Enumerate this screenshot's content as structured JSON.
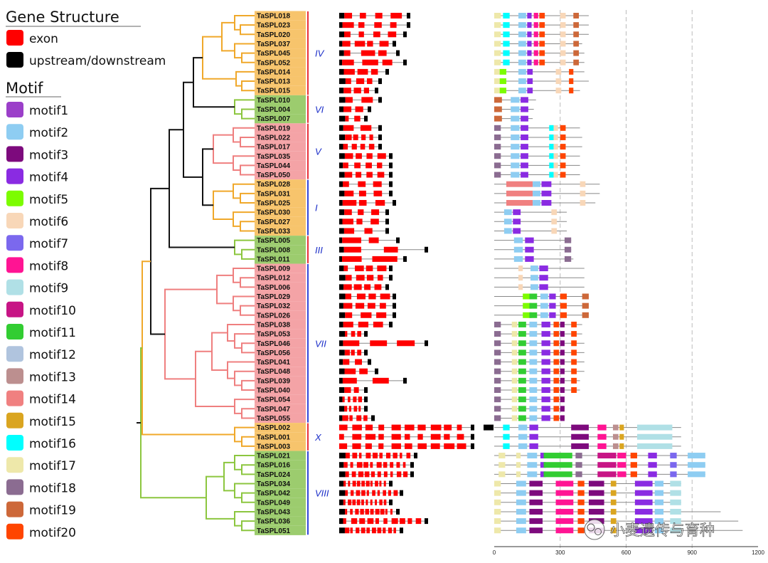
{
  "legend": {
    "gene_structure_title": "Gene Structure",
    "gene_structure_items": [
      {
        "label": "exon",
        "color": "#ff0000"
      },
      {
        "label": "upstream/downstream",
        "color": "#000000"
      }
    ],
    "motif_title": "Motif",
    "motif_items": [
      {
        "label": "motif1",
        "color": "#9b3fc9"
      },
      {
        "label": "motif2",
        "color": "#8ecdf2"
      },
      {
        "label": "motif3",
        "color": "#7d0a7d"
      },
      {
        "label": "motif4",
        "color": "#8a2be2"
      },
      {
        "label": "motif5",
        "color": "#7cfc00"
      },
      {
        "label": "motif6",
        "color": "#f8d7b8"
      },
      {
        "label": "motif7",
        "color": "#7b68ee"
      },
      {
        "label": "motif8",
        "color": "#ff1493"
      },
      {
        "label": "motif9",
        "color": "#b0e0e6"
      },
      {
        "label": "motif10",
        "color": "#c71585"
      },
      {
        "label": "motif11",
        "color": "#32cd32"
      },
      {
        "label": "motif12",
        "color": "#b0c4de"
      },
      {
        "label": "motif13",
        "color": "#bc8f8f"
      },
      {
        "label": "motif14",
        "color": "#f08080"
      },
      {
        "label": "motif15",
        "color": "#daa520"
      },
      {
        "label": "motif16",
        "color": "#00ffff"
      },
      {
        "label": "motif17",
        "color": "#eee8aa"
      },
      {
        "label": "motif18",
        "color": "#8b6c91"
      },
      {
        "label": "motif19",
        "color": "#cd6839"
      },
      {
        "label": "motif20",
        "color": "#ff4500"
      }
    ]
  },
  "genes": [
    "TaSPL018",
    "TaSPL023",
    "TaSPL020",
    "TaSPL037",
    "TaSPL045",
    "TaSPL052",
    "TaSPL014",
    "TaSPL013",
    "TaSPL015",
    "TaSPL010",
    "TaSPL004",
    "TaSPL007",
    "TaSPL019",
    "TaSPL022",
    "TaSPL017",
    "TaSPL035",
    "TaSPL044",
    "TaSPL050",
    "TaSPL028",
    "TaSPL031",
    "TaSPL025",
    "TaSPL030",
    "TaSPL027",
    "TaSPL033",
    "TaSPL005",
    "TaSPL008",
    "TaSPL011",
    "TaSPL009",
    "TaSPL012",
    "TaSPL006",
    "TaSPL029",
    "TaSPL032",
    "TaSPL026",
    "TaSPL038",
    "TaSPL053",
    "TaSPL046",
    "TaSPL056",
    "TaSPL041",
    "TaSPL048",
    "TaSPL039",
    "TaSPL040",
    "TaSPL054",
    "TaSPL047",
    "TaSPL055",
    "TaSPL002",
    "TaSPL001",
    "TaSPL003",
    "TaSPL021",
    "TaSPL016",
    "TaSPL024",
    "TaSPL034",
    "TaSPL042",
    "TaSPL049",
    "TaSPL043",
    "TaSPL036",
    "TaSPL051"
  ],
  "groups": [
    {
      "label": "IV",
      "start": 0,
      "end": 8,
      "fill": "#f7c46c",
      "bar": "#e8303a"
    },
    {
      "label": "VI",
      "start": 9,
      "end": 11,
      "fill": "#9ccc6e",
      "bar": "#e8303a"
    },
    {
      "label": "V",
      "start": 12,
      "end": 17,
      "fill": "#f4a3a6",
      "bar": "#e8303a"
    },
    {
      "label": "I",
      "start": 18,
      "end": 23,
      "fill": "#f7c46c",
      "bar": "#3446d8"
    },
    {
      "label": "III",
      "start": 24,
      "end": 26,
      "fill": "#9ccc6e",
      "bar": "#e8303a"
    },
    {
      "label": "VII",
      "start": 27,
      "end": 43,
      "fill": "#f4a3a6",
      "bar": "#3446d8"
    },
    {
      "label": "X",
      "start": 44,
      "end": 46,
      "fill": "#f7c46c",
      "bar": "#e8303a"
    },
    {
      "label": "VIII",
      "start": 47,
      "end": 55,
      "fill": "#9ccc6e",
      "bar": "#3446d8"
    }
  ],
  "protein_axis": {
    "ticks": [
      "0",
      "300",
      "600",
      "900",
      "1200"
    ],
    "values": [
      0,
      300,
      600,
      900,
      1200
    ]
  },
  "watermark": "小麦遗传与育种"
}
